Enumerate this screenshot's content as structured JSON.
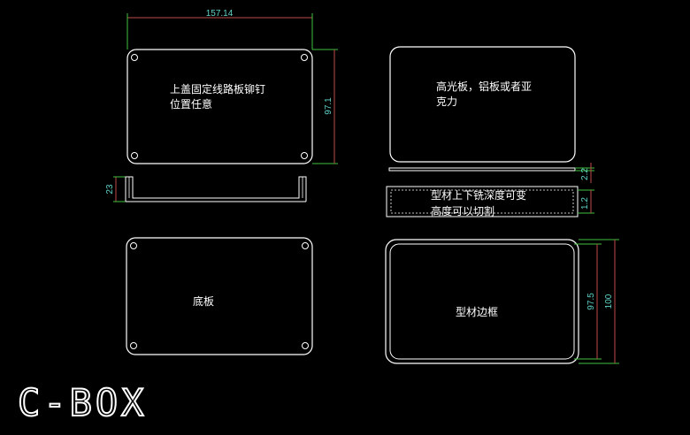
{
  "labels": {
    "top_cover_line1": "上盖固定线路板铆钉",
    "top_cover_line2": "位置任意",
    "glossy_panel_line1": "高光板，铝板或者亚",
    "glossy_panel_line2": "克力",
    "profile_note_line1": "型材上下铣深度可变",
    "profile_note_line2": "高度可以切割",
    "bottom_plate": "底板",
    "profile_frame": "型材边框",
    "brand": "C-BOX"
  },
  "dimensions": {
    "top_width": "157.14",
    "top_height": "97.1",
    "side_height": "23",
    "panel_thickness": "2.2",
    "profile_depth": "1.2",
    "frame_inner_height": "97.5",
    "frame_outer_height": "100"
  },
  "colors": {
    "outline": "#ffffff",
    "dimension_text": "#5fd3c8",
    "dimension_line": "#c04a4a",
    "extension_line": "#3fbf3f",
    "background": "#000000"
  }
}
